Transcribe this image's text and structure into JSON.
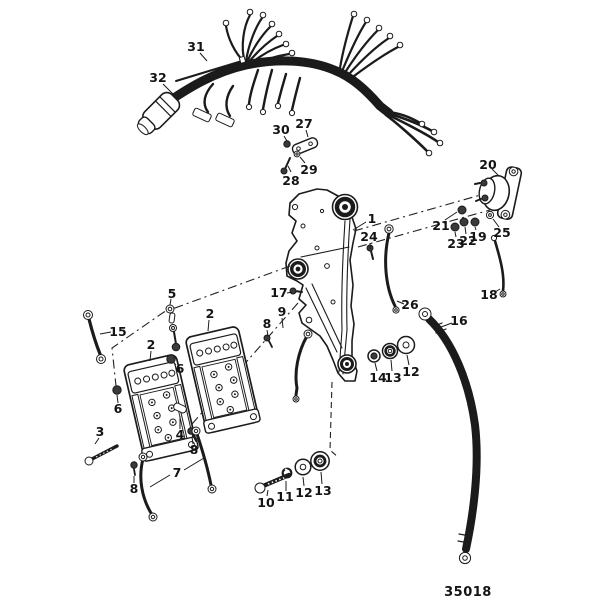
{
  "figure": {
    "drawing_number": "35018",
    "colors": {
      "line": "#1b1b1b",
      "background": "#ffffff"
    },
    "callouts": [
      "31",
      "32",
      "30",
      "27",
      "28",
      "29",
      "20",
      "21",
      "23",
      "22",
      "19",
      "25",
      "18",
      "1",
      "24",
      "26",
      "16",
      "17",
      "9",
      "8",
      "14",
      "13",
      "12",
      "15",
      "5",
      "2",
      "2",
      "6",
      "6",
      "3",
      "4",
      "8",
      "7",
      "8",
      "10",
      "11",
      "12",
      "13"
    ]
  }
}
